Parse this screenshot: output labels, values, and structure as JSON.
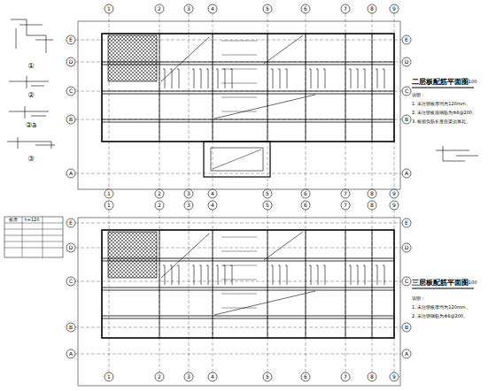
{
  "diagram": {
    "labels": [
      "二层板配筋平面图",
      "1:100",
      "三层板配筋平面图",
      "1:100",
      "说明：",
      "1. 未注明板厚均为120mm。",
      "2. 未注明板底钢筋为Φ8@200。",
      "3. 板面负筋长度自梁边算起。",
      "说明：",
      "1. 未注明板厚均为120mm。",
      "2. 未注明钢筋为Φ8@200。",
      "①",
      "②",
      "②a",
      "③",
      "板厚",
      "h=120",
      "1",
      "2",
      "3",
      "4",
      "5",
      "6",
      "7",
      "8",
      "9",
      "1",
      "2",
      "3",
      "4",
      "5",
      "6",
      "7",
      "8",
      "9",
      "A",
      "B",
      "C",
      "D",
      "E",
      "A",
      "B",
      "C",
      "D",
      "E",
      "1",
      "2",
      "3",
      "4",
      "5",
      "6",
      "7",
      "8",
      "9",
      "1",
      "2",
      "3",
      "4",
      "5",
      "6",
      "7",
      "8",
      "9",
      "A",
      "B",
      "C",
      "D",
      "E",
      "A",
      "B",
      "C",
      "D",
      "E"
    ]
  }
}
